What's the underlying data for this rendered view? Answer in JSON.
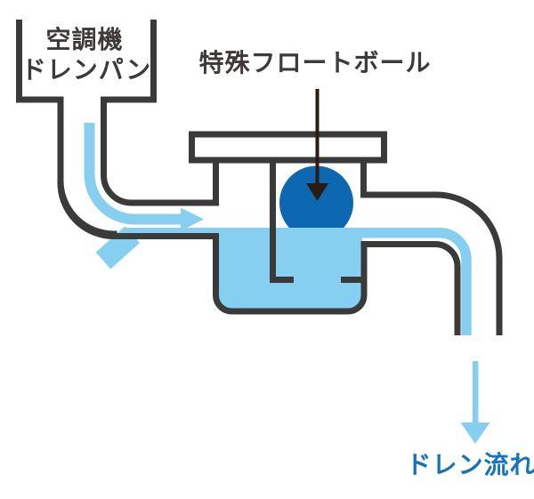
{
  "diagram": {
    "description": "Drain trap mechanism diagram with special float ball",
    "labels": {
      "drain_pan_line1": "空調機",
      "drain_pan_line2": "ドレンパン",
      "float_ball": "特殊フロートボール",
      "drain_flow": "ドレン流れ"
    },
    "colors": {
      "outline": "#3a3a3a",
      "dark_text": "#3e3a39",
      "water": "#87cff1",
      "ball": "#0d68b1",
      "flow_text": "#1573bb",
      "pointer": "#2a1c12",
      "lid_fill": "#ffffff"
    }
  }
}
